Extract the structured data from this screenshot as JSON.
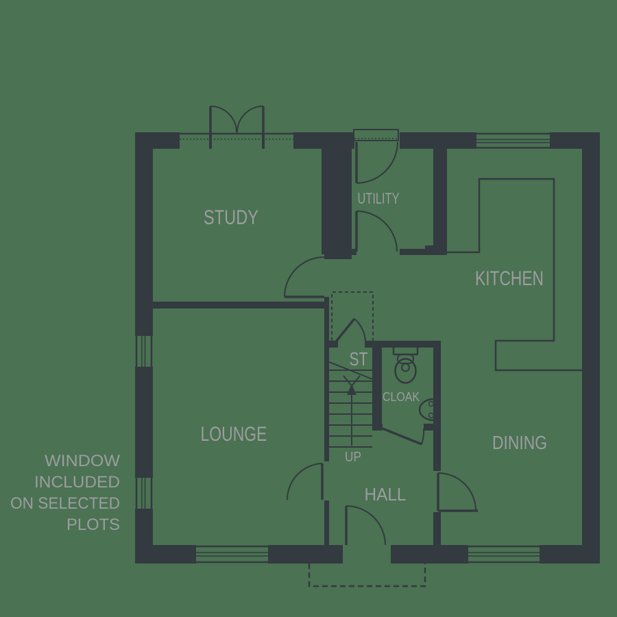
{
  "colors": {
    "background": "#4b7252",
    "wall": "#333a40",
    "label": "#9b9da0"
  },
  "rooms": {
    "study": "STUDY",
    "utility": "UTILITY",
    "kitchen": "KITCHEN",
    "store": "ST",
    "cloak": "CLOAK",
    "lounge": "LOUNGE",
    "dining": "DINING",
    "hall": "HALL"
  },
  "stairs": {
    "direction_label": "UP"
  },
  "note": {
    "lines": [
      "WINDOW",
      "INCLUDED",
      "ON SELECTED",
      "PLOTS"
    ]
  },
  "symbols": {
    "toilet": "toilet-icon",
    "basin": "basin-icon",
    "up_arrow": "up-arrow-icon",
    "windows": "window-symbol",
    "doors": "door-swing-symbol",
    "porch": "porch-dashed-outline",
    "stairs_void": "stairs-dashed-outline",
    "counter": "kitchen-counter-outline"
  }
}
